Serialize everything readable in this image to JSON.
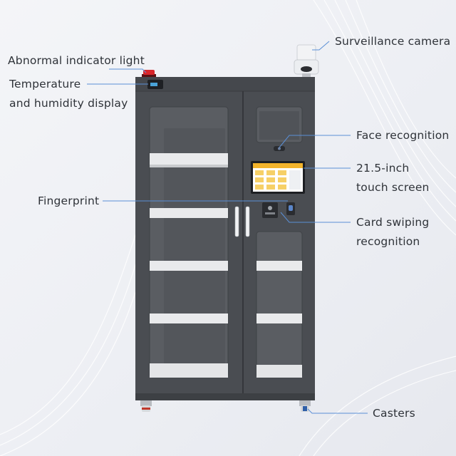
{
  "labels": {
    "abnormal_light": "Abnormal indicator light",
    "temp_humidity_1": "Temperature",
    "temp_humidity_2": "and humidity display",
    "fingerprint": "Fingerprint",
    "surveillance": "Surveillance camera",
    "face": "Face recognition",
    "touch_1": "21.5-inch",
    "touch_2": "touch screen",
    "card_1": "Card swiping",
    "card_2": "recognition",
    "casters": "Casters"
  },
  "colors": {
    "cabinet": "#4a4d52",
    "cabinet_dark": "#3a3c40",
    "glass": "#595c61",
    "shelf": "#e9eaec",
    "leader": "#5a8fd6",
    "screen_header": "#f3b42b",
    "indicator": "#d8262b"
  }
}
